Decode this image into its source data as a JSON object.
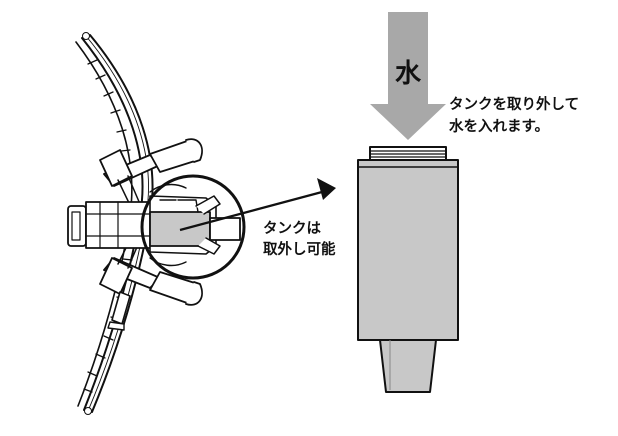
{
  "labels": {
    "water": "水",
    "refill_line1": "タンクを取り外して",
    "refill_line2": "水を入れます。",
    "detach_line1": "タンクは",
    "detach_line2": "取外し可能"
  },
  "icons": {
    "down_arrow": "down-arrow-icon",
    "pointer_arrow": "right-arrow-icon"
  },
  "colors": {
    "tank_fill": "#c8c8c8",
    "arrow_fill": "#a8a8a8",
    "stroke": "#111111"
  }
}
